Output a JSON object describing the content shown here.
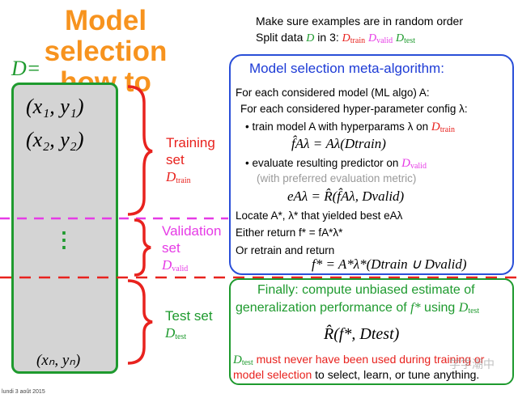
{
  "title": {
    "line1": "Model selection",
    "line2": "how to"
  },
  "intro": {
    "line1": "Make sure examples are in random order",
    "line2_prefix": "Split data",
    "line2_D": "D",
    "line2_mid": "in 3:",
    "train": "D",
    "train_sub": "train",
    "valid": "D",
    "valid_sub": "valid",
    "test": "D",
    "test_sub": "test"
  },
  "dataset": {
    "label": "D=",
    "row1": "(x₁, y₁)",
    "row2": "(x₂, y₂)",
    "dots": "⋮",
    "rowN": "(xₙ, yₙ)"
  },
  "braces": {
    "training": {
      "line1": "Training",
      "line2": "set",
      "D": "D",
      "sub": "train"
    },
    "validation": {
      "line1": "Validation",
      "line2": "set",
      "D": "D",
      "sub": "valid"
    },
    "test": {
      "line1": "Test set",
      "D": "D",
      "sub": "test"
    }
  },
  "algo": {
    "heading": "Model selection meta-algorithm:",
    "for_model": "For each considered model (ML algo) A:",
    "for_hyper": "For each considered hyper-parameter config λ:",
    "train_prefix": "• train model A with hyperparams λ on",
    "train_D": "D",
    "train_sub": "train",
    "f1": "f̂Aλ = Aλ(Dtrain)",
    "eval_prefix": "• evaluate resulting predictor on",
    "eval_D": "D",
    "eval_sub": "valid",
    "eval_note": "(with preferred evaluation metric)",
    "f2": "eAλ = R̂(f̂Aλ, Dvalid)",
    "locate": "Locate A*, λ* that yielded best eAλ",
    "either": "Either return f* = fA*λ*",
    "retrain": "Or retrain and return",
    "f3": "f* = A*λ*(Dtrain ∪ Dvalid)"
  },
  "final": {
    "line1": "Finally: compute unbiased estimate of",
    "line2_prefix": "generalization performance of",
    "line2_f": "f*",
    "line2_using": "using",
    "line2_D": "D",
    "line2_sub": "test",
    "formula": "R̂(f*, Dtest)",
    "warn_D": "D",
    "warn_sub": "test",
    "warn1": "must never have been used during training or",
    "warn2_red": "model selection",
    "warn2_black": "to select, learn, or tune anything."
  },
  "footer": "lundi 3 août 2015",
  "watermark": "学学潮中",
  "colors": {
    "orange": "#f7931e",
    "green": "#1e9a2e",
    "red": "#e8221e",
    "magenta": "#e63be6",
    "blue": "#1d3bd6"
  }
}
